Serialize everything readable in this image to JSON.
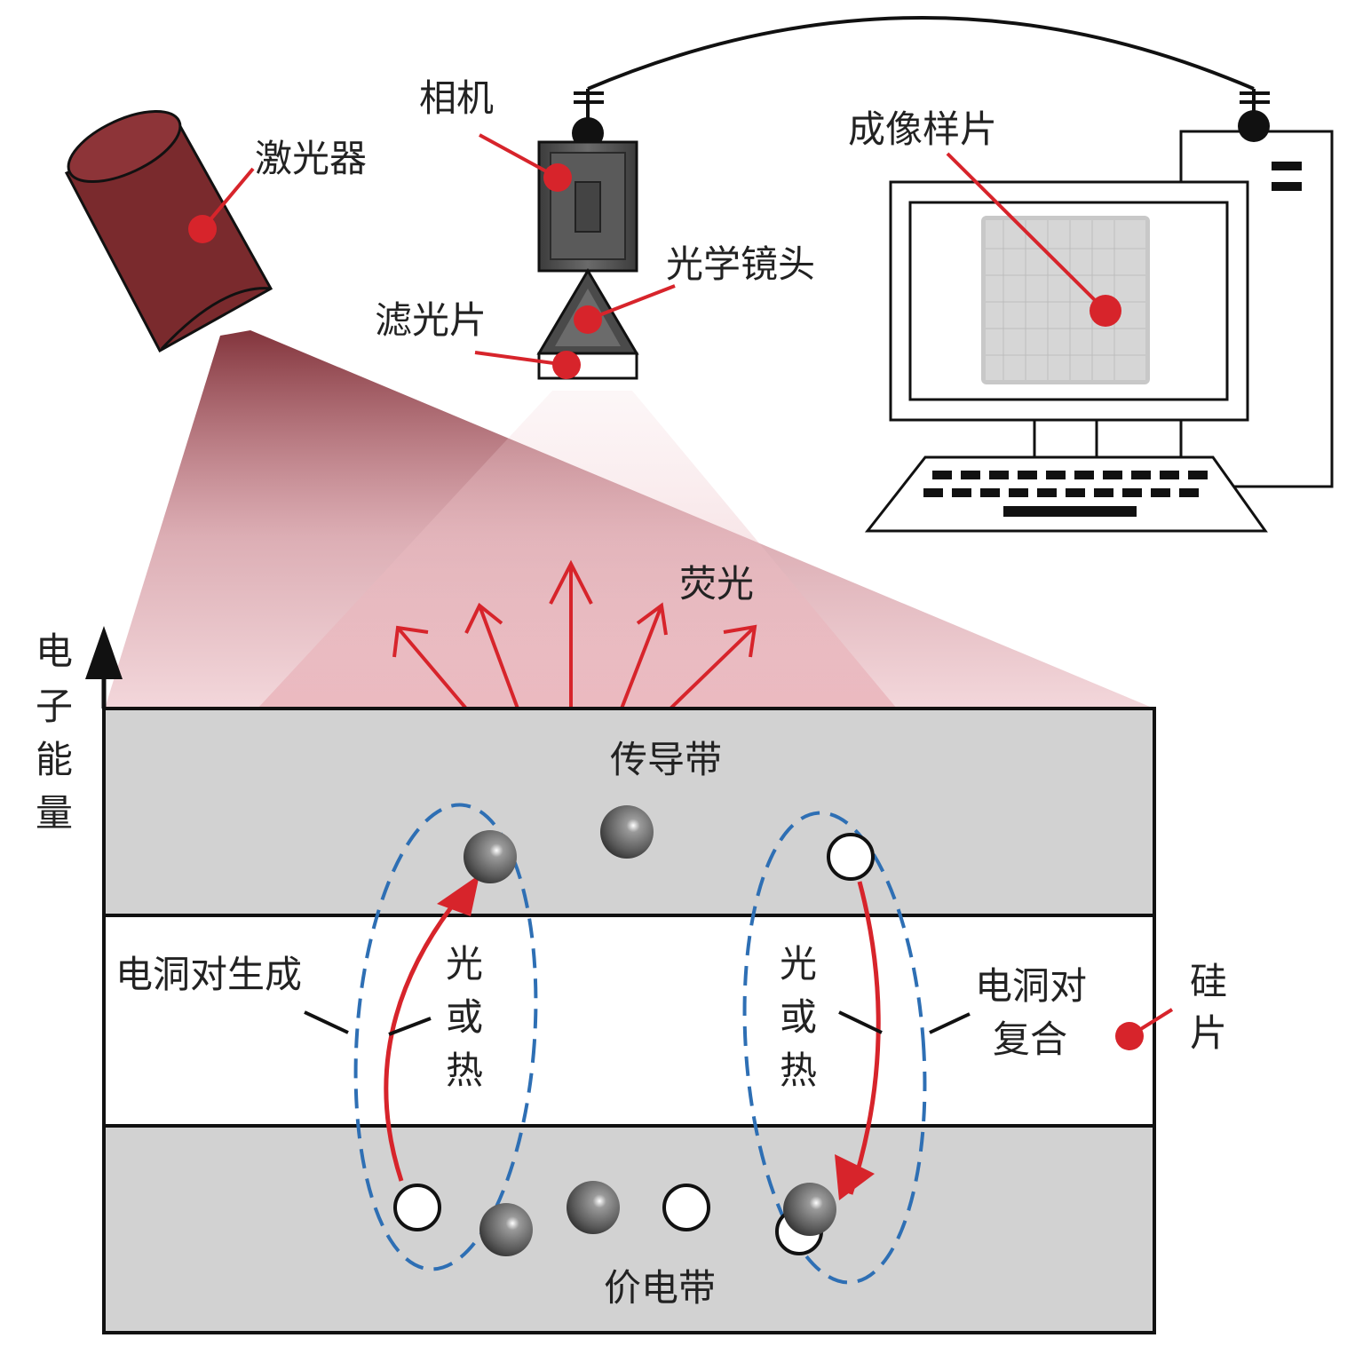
{
  "labels": {
    "laser": "激光器",
    "camera": "相机",
    "lens": "光学镜头",
    "filter": "滤光片",
    "imaged_sample": "成像样片",
    "fluorescence": "荧光",
    "energy_axis": [
      "电",
      "子",
      "能",
      "量"
    ],
    "conduction_band": "传导带",
    "valence_band": "价电带",
    "pair_generation": "电洞对生成",
    "light_or_heat_left": [
      "光",
      "或",
      "热"
    ],
    "light_or_heat_right": [
      "光",
      "或",
      "热"
    ],
    "pair_recombination": [
      "电洞对",
      "复合"
    ],
    "silicon_wafer": [
      "硅",
      "片"
    ]
  },
  "colors": {
    "laser_body": "#7a2a2d",
    "marker": "#d7242b",
    "arrow": "#d7242b",
    "band_gray": "#d2d2d2",
    "dashed_ellipse": "#2e6fb4",
    "camera_body": "#5a5a5a",
    "screen_sample": "#c8c8c8"
  },
  "icons": {
    "laser": "laser-icon",
    "camera": "camera-icon",
    "lens": "lens-icon",
    "filter": "filter-icon",
    "computer": "computer-icon",
    "electron": "electron-ball-icon",
    "hole": "hole-circle-icon"
  }
}
